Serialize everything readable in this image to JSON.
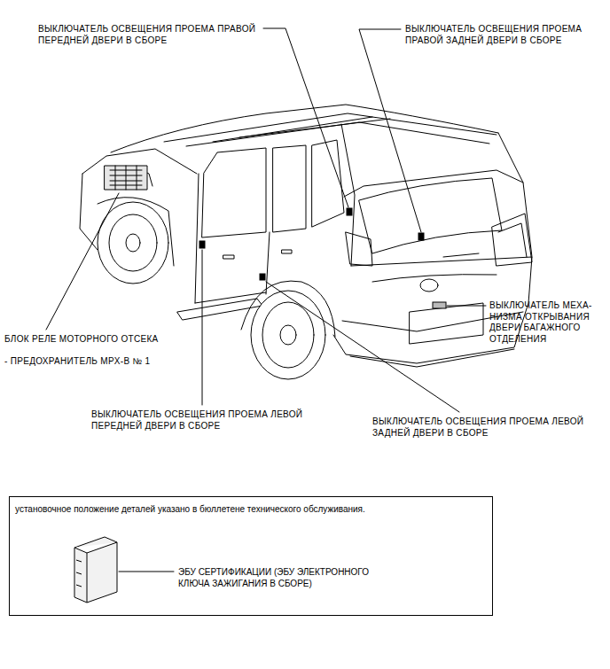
{
  "diagram": {
    "nodes": [
      {
        "text": [
          "установочное положение деталей указано в бюллетене технического обслуживания.",
          "ЭБУ СЕРТИФИКАЦИИ (ЭБУ ЭЛЕКТРОННОГО КЛЮЧА ЗАЖИГАНИЯ В СБОРЕ)"
        ]
      }
    ],
    "labels": [
      "ВЫКЛЮЧАТЕЛЬ ОСВЕЩЕНИЯ ПРОЕМА ПРАВОЙ ПЕРЕДНЕЙ ДВЕРИ В СБОРЕ",
      "ВЫКЛЮЧАТЕЛЬ ОСВЕЩЕНИЯ ПРОЕМА ПРАВОЙ ЗАДНЕЙ ДВЕРИ В СБОРЕ",
      "ВЫКЛЮЧАТЕЛЬ МЕХА- НИЗМА ОТКРЫВАНИЯ ДВЕРИ БАГАЖНОГО ОТДЕЛЕНИЯ",
      "БЛОК РЕЛЕ МОТОРНОГО ОТСЕКА",
      "- ПРЕДОХРАНИТЕЛЬ MPX-B № 1",
      "ВЫКЛЮЧАТЕЛЬ ОСВЕЩЕНИЯ ПРОЕМА ЛЕВОЙ ПЕРЕДНЕЙ ДВЕРИ В СБОРЕ",
      "ВЫКЛЮЧАТЕЛЬ ОСВЕЩЕНИЯ ПРОЕМА ЛЕВОЙ ЗАДНЕЙ ДВЕРИ В СБОРЕ"
    ]
  }
}
